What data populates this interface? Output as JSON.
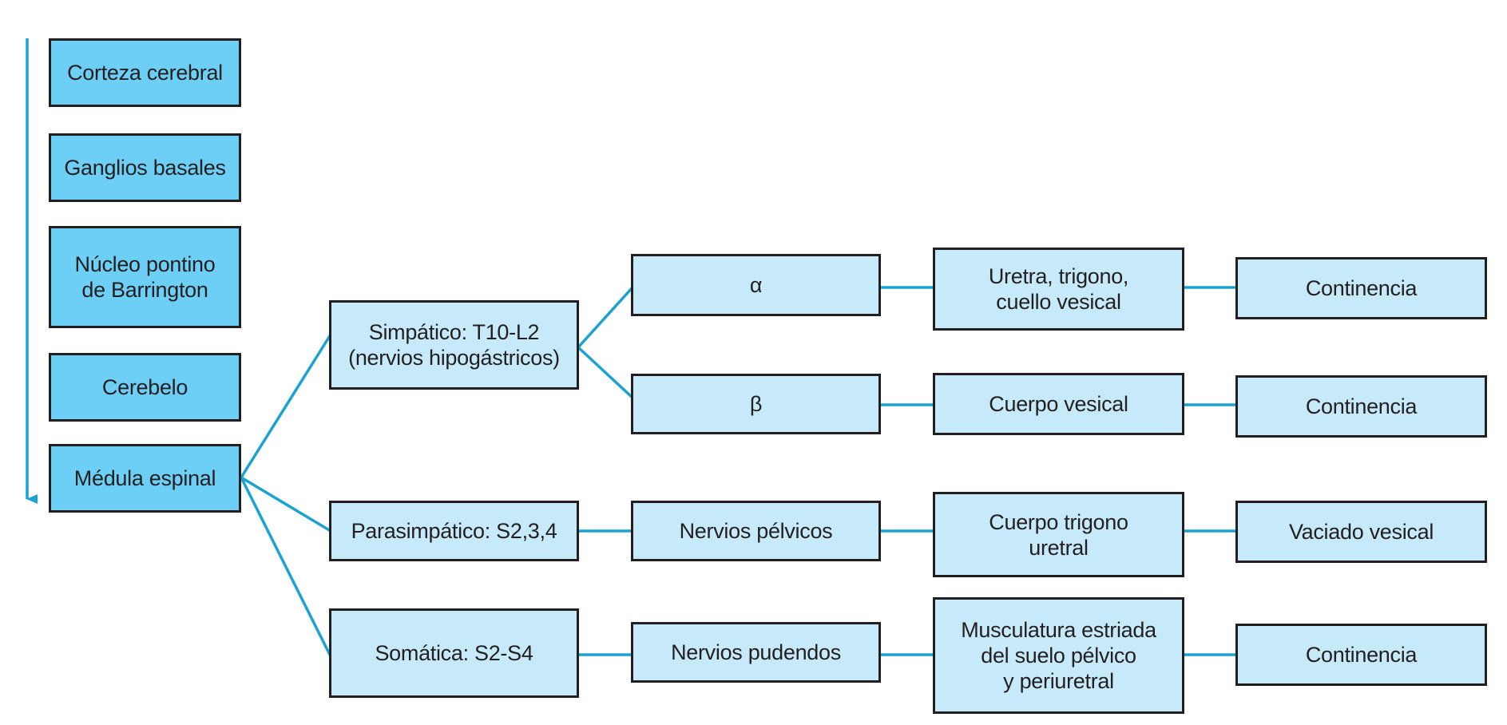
{
  "colors": {
    "hierarchy_box": "#6dcff6",
    "pathway_box": "#c7eafb",
    "connector": "#1aa3d2",
    "border": "#231f20"
  },
  "hierarchy": [
    "Corteza cerebral",
    "Ganglios basales",
    "Núcleo pontino\nde Barrington",
    "Cerebelo",
    "Médula espinal"
  ],
  "pathways": {
    "simpatico": "Simpático: T10-L2\n(nervios hipogástricos)",
    "parasimpatico": "Parasimpático: S2,3,4",
    "somatica": "Somática: S2-S4"
  },
  "receptors": {
    "alpha": "α",
    "beta": "β",
    "pelvic_nerves": "Nervios pélvicos",
    "pudendal_nerves": "Nervios pudendos"
  },
  "targets": {
    "uretra": "Uretra, trigono,\ncuello vesical",
    "cuerpo_vesical": "Cuerpo vesical",
    "cuerpo_trigono": "Cuerpo trigono\nuretral",
    "musculatura": "Musculatura estriada\ndel suelo pélvico\ny periuretral"
  },
  "outcomes": {
    "alpha": "Continencia",
    "beta": "Continencia",
    "para": "Vaciado vesical",
    "soma": "Continencia"
  }
}
